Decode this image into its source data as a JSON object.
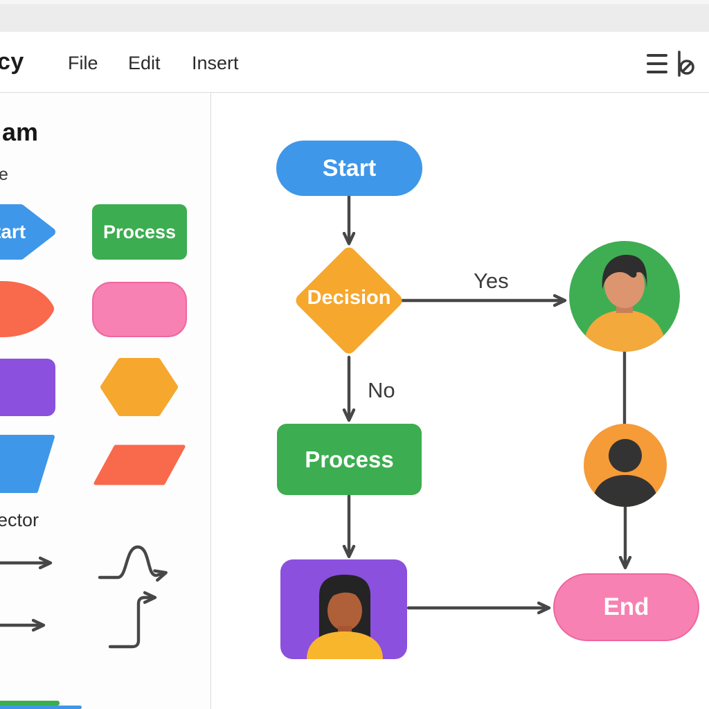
{
  "topbar": {
    "app_name_fragment": "cy",
    "menu_items": [
      {
        "label": "File"
      },
      {
        "label": "Edit"
      },
      {
        "label": "Insert"
      }
    ],
    "icons": [
      "menu-lines-icon",
      "pen-icon"
    ]
  },
  "sidebar": {
    "heading_fragment": "am",
    "shapes_section_fragment": "e",
    "palette": {
      "start_label_fragment": "tart",
      "process_label": "Process",
      "shape_names": [
        "start-arrow",
        "process-rect",
        "ellipse-blob",
        "rounded-rect",
        "rectangle",
        "hexagon",
        "trapezoid",
        "parallelogram"
      ]
    },
    "connector_section_fragment": "ector",
    "connector_names": [
      "straight-arrow",
      "curve-arrow",
      "straight-arrow",
      "elbow-arrow"
    ]
  },
  "canvas": {
    "nodes": {
      "start": "Start",
      "decision": "Decision",
      "process": "Process",
      "end": "End"
    },
    "edge_labels": {
      "yes": "Yes",
      "no": "No"
    },
    "avatars": [
      "green-circle-person",
      "orange-circle-person",
      "purple-card-person"
    ]
  },
  "colors": {
    "blue": "#3E97E8",
    "green": "#3CAD50",
    "orange": "#F6A72E",
    "red-orange": "#F9694B",
    "pink": "#F781B2",
    "pink-border": "#EE66A0",
    "purple": "#8B50DE",
    "connector": "#474747",
    "text-dark": "#2B2B2B",
    "divider": "#DBDBDB",
    "topstrip": "#ECECEC",
    "sidebar-bg": "#FDFDFD",
    "canvas-bg": "#FFFFFF"
  }
}
